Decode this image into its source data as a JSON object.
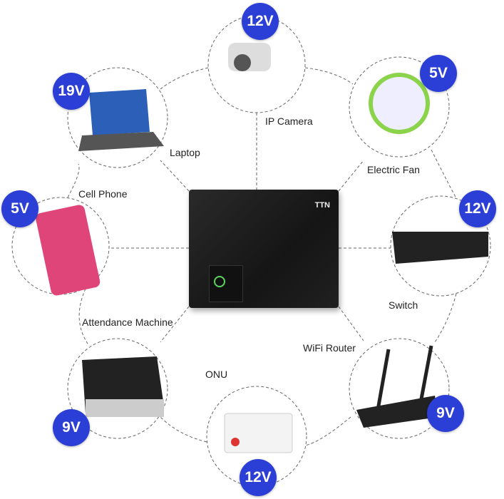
{
  "device": {
    "brand": "TTN"
  },
  "items": [
    {
      "label": "IP Camera",
      "voltage": "12V"
    },
    {
      "label": "Laptop",
      "voltage": "19V"
    },
    {
      "label": "Electric Fan",
      "voltage": "5V"
    },
    {
      "label": "Cell Phone",
      "voltage": "5V"
    },
    {
      "label": "Switch",
      "voltage": "12V"
    },
    {
      "label": "Attendance Machine",
      "voltage": "9V"
    },
    {
      "label": "WiFi Router",
      "voltage": "9V"
    },
    {
      "label": "ONU",
      "voltage": "12V"
    }
  ],
  "colors": {
    "badge": "#2b3fd6"
  }
}
